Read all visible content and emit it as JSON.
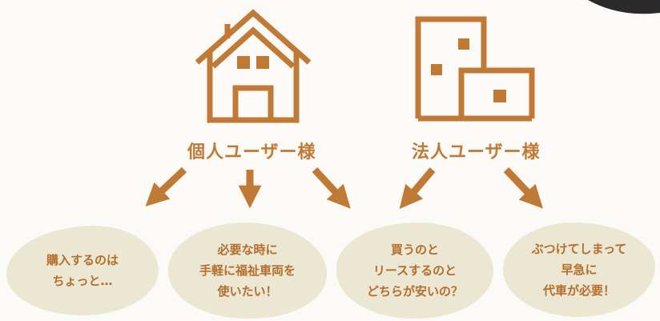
{
  "colors": {
    "accent": "#c07a36",
    "bubble_bg": "#ece7d3",
    "bubble_text": "#b46e2c",
    "background": "#fbfaf6"
  },
  "groups": {
    "individual": {
      "label": "個人ユーザー様",
      "icon": "house-icon"
    },
    "corporate": {
      "label": "法人ユーザー様",
      "icon": "building-icon"
    }
  },
  "bubbles": [
    {
      "text": "購入するのは\nちょっと…"
    },
    {
      "text": "必要な時に\n手軽に福祉車両を\n使いたい！"
    },
    {
      "text": "買うのと\nリースするのと\nどちらが安いの？"
    },
    {
      "text": "ぶつけてしまって\n早急に\n代車が必要！"
    }
  ]
}
